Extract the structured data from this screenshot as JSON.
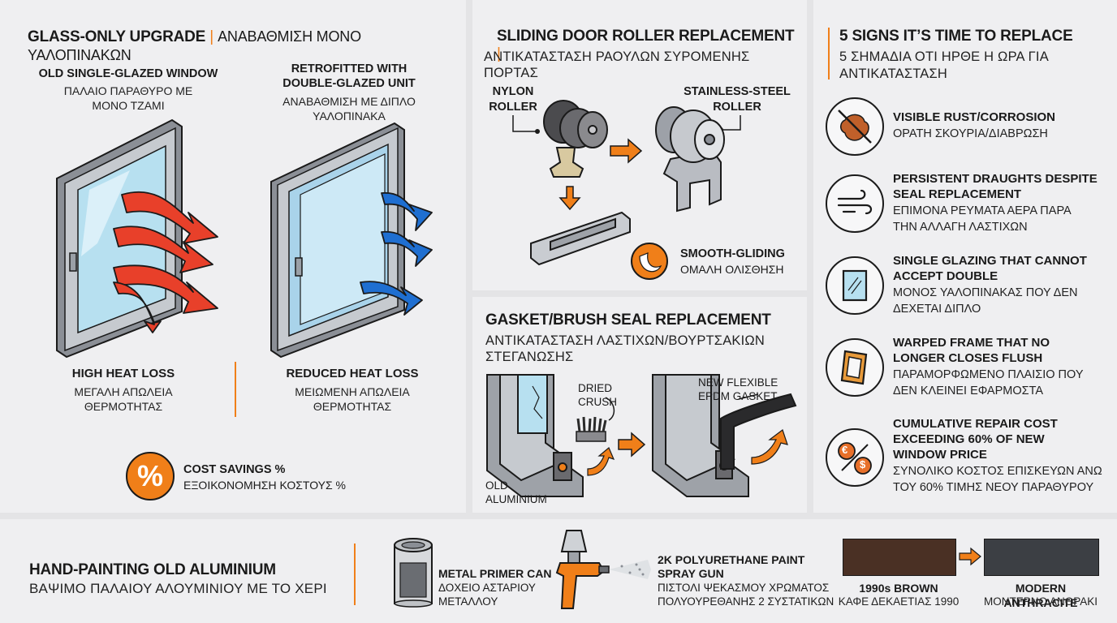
{
  "glass": {
    "title_en": "GLASS-ONLY UPGRADE",
    "title_sep": "|",
    "title_gr": "ΑΝΑΒΑΘΜΙΣΗ ΜΟΝΟ ΥΑΛΟΠΙΝΑΚΩΝ",
    "old_en": "OLD SINGLE-GLAZED WINDOW",
    "old_gr_1": "ΠΑΛΑΙΟ ΠΑΡΑΘΥΡΟ ΜΕ",
    "old_gr_2": "ΜΟΝΟ ΤΖΑΜΙ",
    "new_en_1": "RETROFITTED WITH",
    "new_en_2": "DOUBLE-GLAZED UNIT",
    "new_gr_1": "ΑΝΑΒΑΘΜΙΣΗ ΜΕ ΔΙΠΛΟ",
    "new_gr_2": "ΥΑΛΟΠΙΝΑΚΑ",
    "high_en": "HIGH HEAT LOSS",
    "high_gr_1": "ΜΕΓΑΛΗ ΑΠΩΛΕΙΑ",
    "high_gr_2": "ΘΕΡΜΟΤΗΤΑΣ",
    "reduced_en": "REDUCED HEAT LOSS",
    "reduced_gr_1": "ΜΕΙΩΜΕΝΗ ΑΠΩΛΕΙΑ",
    "reduced_gr_2": "ΘΕΡΜΟΤΗΤΑΣ",
    "savings_symbol": "%",
    "savings_en": "COST SAVINGS %",
    "savings_gr": "ΕΞΟΙΚΟΝΟΜΗΣΗ ΚΟΣΤΟΥΣ %"
  },
  "roller": {
    "title_en": "SLIDING DOOR ROLLER REPLACEMENT",
    "title_sep": "|",
    "title_gr": "ΑΝΤΙΚΑΤΑΣΤΑΣΗ ΡΑΟΥΛΩΝ ΣΥΡΟΜΕΝΗΣ ΠΟΡΤΑΣ",
    "nylon_1": "NYLON",
    "nylon_2": "ROLLER",
    "steel_1": "STAINLESS-STEEL",
    "steel_2": "ROLLER",
    "smooth_en": "SMOOTH-GLIDING",
    "smooth_gr": "ΟΜΑΛΗ ΟΛΙΣΘΗΣΗ"
  },
  "gasket": {
    "title_en": "GASKET/BRUSH SEAL REPLACEMENT",
    "title_gr_1": "ΑΝΤΙΚΑΤΑΣΤΑΣΗ ΛΑΣΤΙΧΩΝ/ΒΟΥΡΤΣΑΚΙΩΝ",
    "title_gr_2": "ΣΤΕΓΑΝΩΣΗΣ",
    "dried_1": "DRIED",
    "dried_2": "CRUSH",
    "new_1": "NEW FLEXIBLE",
    "new_2": "EPDM GASKET",
    "old_1": "OLD",
    "old_2": "ALUMINIUM"
  },
  "signs": {
    "title_en": "5 SIGNS IT’S TIME TO REPLACE",
    "title_gr_1": "5 ΣΗΜΑΔΙΑ ΟΤΙ ΗΡΘΕ Η ΩΡΑ ΓΙΑ",
    "title_gr_2": "ΑΝΤΙΚΑΤΑΣΤΑΣΗ",
    "items": [
      {
        "icon": "rust-icon",
        "en_1": "VISIBLE RUST/CORROSION",
        "en_2": "",
        "en_3": "",
        "gr_1": "ΟΡΑΤΗ ΣΚΟΥΡΙΑ/ΔΙΑΒΡΩΣΗ",
        "gr_2": ""
      },
      {
        "icon": "wind-icon",
        "en_1": "PERSISTENT DRAUGHTS DESPITE",
        "en_2": "SEAL REPLACEMENT",
        "en_3": "",
        "gr_1": "ΕΠΙΜΟΝΑ ΡΕΥΜΑΤΑ ΑΕΡΑ ΠΑΡΑ",
        "gr_2": "ΤΗΝ ΑΛΛΑΓΗ ΛΑΣΤΙΧΩΝ"
      },
      {
        "icon": "window-pane-icon",
        "en_1": "SINGLE GLAZING THAT CANNOT",
        "en_2": "ACCEPT DOUBLE",
        "en_3": "",
        "gr_1": "ΜΟΝΟΣ ΥΑΛΟΠΙΝΑΚΑΣ ΠΟΥ ΔΕΝ",
        "gr_2": "ΔΕΧΕΤΑΙ ΔΙΠΛΟ"
      },
      {
        "icon": "warped-frame-icon",
        "en_1": "WARPED FRAME THAT NO",
        "en_2": "LONGER CLOSES FLUSH",
        "en_3": "",
        "gr_1": "ΠΑΡΑΜΟΡΦΩΜΕΝΟ ΠΛΑΙΣΙΟ ΠΟΥ",
        "gr_2": "ΔΕΝ ΚΛΕΙΝΕΙ ΕΦΑΡΜΟΣΤΑ"
      },
      {
        "icon": "currency-icon",
        "en_1": "CUMULATIVE REPAIR COST",
        "en_2": "EXCEEDING 60% OF NEW",
        "en_3": "WINDOW PRICE",
        "gr_1": "ΣΥΝΟΛΙΚΟ ΚΟΣΤΟΣ ΕΠΙΣΚΕΥΩΝ ΑΝΩ",
        "gr_2": "ΤΟΥ 60% ΤΙΜΗΣ ΝΕΟΥ ΠΑΡΑΘΥΡΟΥ"
      }
    ],
    "euro": "€",
    "dollar": "$"
  },
  "paint": {
    "title_en": "HAND-PAINTING OLD ALUMINIUM",
    "title_gr": "ΒΑΨΙΜΟ ΠΑΛΑΙΟΥ ΑΛΟΥΜΙΝΙΟΥ ΜΕ ΤΟ ΧΕΡΙ",
    "primer_en": "METAL PRIMER CAN",
    "primer_gr_1": "ΔΟΧΕΙΟ ΑΣΤΑΡΙΟΥ",
    "primer_gr_2": "ΜΕΤΑΛΛΟΥ",
    "gun_en_1": "2K POLYURETHANE PAINT",
    "gun_en_2": "SPRAY GUN",
    "gun_gr_1": "ΠΙΣΤΟΛΙ ΨΕΚΑΣΜΟΥ ΧΡΩΜΑΤΟΣ",
    "gun_gr_2": "ΠΟΛΥΟΥΡΕΘΑΝΗΣ 2 ΣΥΣΤΑΤΙΚΩΝ",
    "brown_en": "1990s BROWN",
    "brown_gr": "ΚΑΦΕ ΔΕΚΑΕΤΙΑΣ 1990",
    "anth_en": "MODERN ANTHRACITE",
    "anth_gr": "ΜΟΝΤΕΡΝΟ ΑΝΘΡΑΚΙ"
  },
  "colors": {
    "accent": "#f07f19",
    "heat_red": "#e8402a",
    "cool_blue": "#1f6fd1",
    "brown_swatch": "#4a3024",
    "anthracite_swatch": "#3c3f44"
  }
}
